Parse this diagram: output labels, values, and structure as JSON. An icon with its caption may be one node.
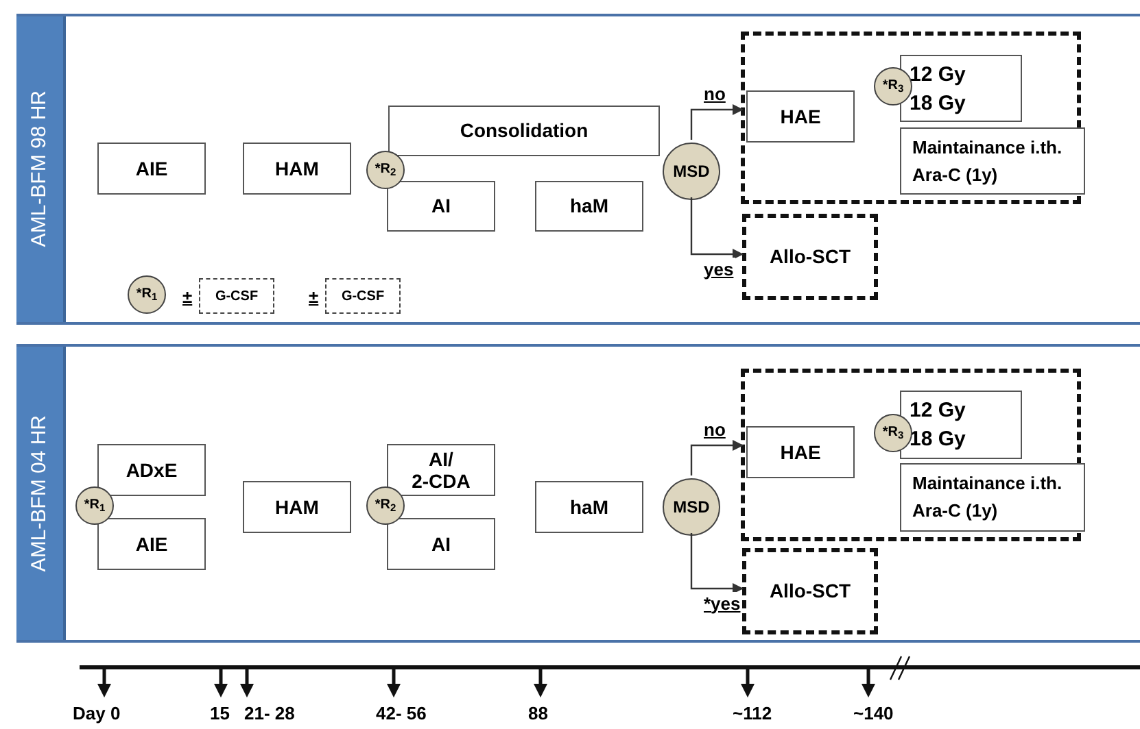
{
  "diagram": {
    "nodes": [
      {
        "text": [
          "AML-BFM 98 HR"
        ]
      },
      {
        "text": [
          "AIE"
        ],
        "in": 0
      },
      {
        "text": [
          "HAM"
        ],
        "in": 0
      },
      {
        "text": [
          "Consolidation"
        ],
        "in": 0
      },
      {
        "text": [
          "*R$_{2}$"
        ],
        "in": 0
      },
      {
        "text": [
          "AI"
        ],
        "in": 0
      },
      {
        "text": [
          "haM"
        ],
        "in": 0
      },
      {
        "text": [
          "MSD"
        ],
        "in": 0
      },
      {
        "text": [],
        "shape": "box",
        "in": 0
      },
      {
        "text": [
          "HAE"
        ],
        "in": 8
      },
      {
        "text": [
          "*R$_{3}$"
        ],
        "in": 8
      },
      {
        "text": [
          "12 Gy 18 Gy"
        ],
        "in": 8
      },
      {
        "text": [
          "Maintainance i.th. Ara-C (1y)"
        ],
        "in": 8
      },
      {
        "text": [
          "Allo-SCT"
        ],
        "in": 0
      },
      {
        "text": [
          "*R$_{1}$"
        ],
        "in": 0
      },
      {
        "text": [
          "G-CSF"
        ],
        "in": 0,
        "beside": [
          "±"
        ]
      },
      {
        "text": [
          "G-CSF"
        ],
        "in": 0,
        "beside": [
          "±"
        ]
      },
      {
        "text": [
          "AML-BFM 04 HR"
        ]
      },
      {
        "text": [
          "ADxE"
        ],
        "in": 17
      },
      {
        "text": [
          "*R$_{1}$"
        ],
        "in": 17
      },
      {
        "text": [
          "AIE"
        ],
        "in": 17
      },
      {
        "text": [
          "HAM"
        ],
        "in": 17
      },
      {
        "text": [
          "AI/ 2-CDA"
        ],
        "in": 17
      },
      {
        "text": [
          "*R$_{2}$"
        ],
        "in": 17
      },
      {
        "text": [
          "AI"
        ],
        "in": 17
      },
      {
        "text": [
          "haM"
        ],
        "in": 17
      },
      {
        "text": [
          "MSD"
        ],
        "in": 17
      },
      {
        "text": [],
        "shape": "box",
        "in": 17
      },
      {
        "text": [
          "HAE"
        ],
        "in": 27
      },
      {
        "text": [
          "*R$_{3}$"
        ],
        "in": 27
      },
      {
        "text": [
          "12 Gy 18 Gy"
        ],
        "in": 27
      },
      {
        "text": [
          "Maintainance i.th. Ara-C (1y)"
        ],
        "in": 27
      },
      {
        "text": [
          "Allo-SCT"
        ],
        "in": 17
      }
    ],
    "edges": [
      {
        "from": 7,
        "to": 9,
        "arrow": "to",
        "label": "no"
      },
      {
        "from": 7,
        "to": 13,
        "arrow": "to",
        "label": "yes"
      },
      {
        "from": 26,
        "to": 28,
        "arrow": "to",
        "label": "no"
      },
      {
        "from": 26,
        "to": 32,
        "arrow": "to",
        "label": "*yes"
      }
    ],
    "labels": [
      "Day 0",
      "15",
      "21- 28",
      "42- 56",
      "88",
      "~112",
      "~140"
    ]
  }
}
